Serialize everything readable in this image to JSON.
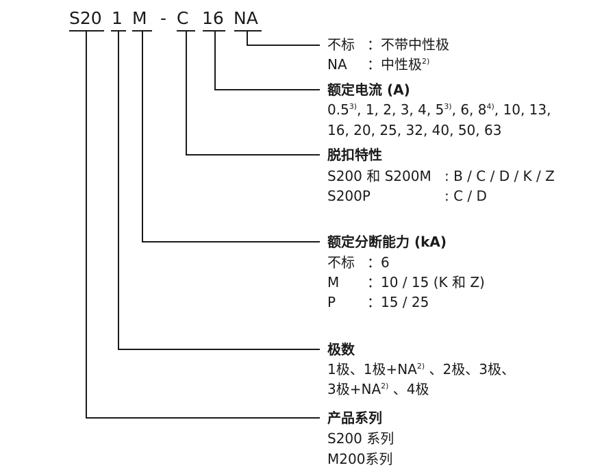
{
  "code": {
    "series": "S20",
    "poles": "1",
    "capacity": "M",
    "dash": "-",
    "curve": "C",
    "current": "16",
    "neutral": "NA"
  },
  "neutral": {
    "row1_key": "不标",
    "row1_val": "：不带中性极",
    "row2_key": "NA",
    "row2_val": "：中性极",
    "row2_sup": "2)"
  },
  "current": {
    "title": "额定电流 (A)",
    "l1_a": "0.5",
    "l1_sup1": "3)",
    "l1_b": ", 1, 2, 3, 4, 5",
    "l1_sup2": "3)",
    "l1_c": ", 6, 8",
    "l1_sup3": "4)",
    "l1_d": ", 10, 13,",
    "line2": "16, 20, 25, 32, 40, 50, 63"
  },
  "curve": {
    "title": "脱扣特性",
    "row1_key": "S200 和 S200M",
    "row1_val": ": B / C / D / K / Z",
    "row2_key": "S200P",
    "row2_val": ": C / D"
  },
  "capacity": {
    "title": "额定分断能力 (kA)",
    "row1_key": "不标",
    "row1_val": "：6",
    "row2_key": "M",
    "row2_val": "：10 / 15 (K 和 Z)",
    "row3_key": "P",
    "row3_val": "：15 / 25"
  },
  "poles": {
    "title": "极数",
    "l1_a": "1极、1极+NA",
    "l1_sup": "2)",
    "l1_b": " 、2极、3极、",
    "l2_a": "3极+NA",
    "l2_sup": "2)",
    "l2_b": " 、4极"
  },
  "series": {
    "title": "产品系列",
    "line1": "S200 系列",
    "line2": "M200系列"
  },
  "colors": {
    "line": "#1a1a1a",
    "text": "#1a1a1a"
  }
}
